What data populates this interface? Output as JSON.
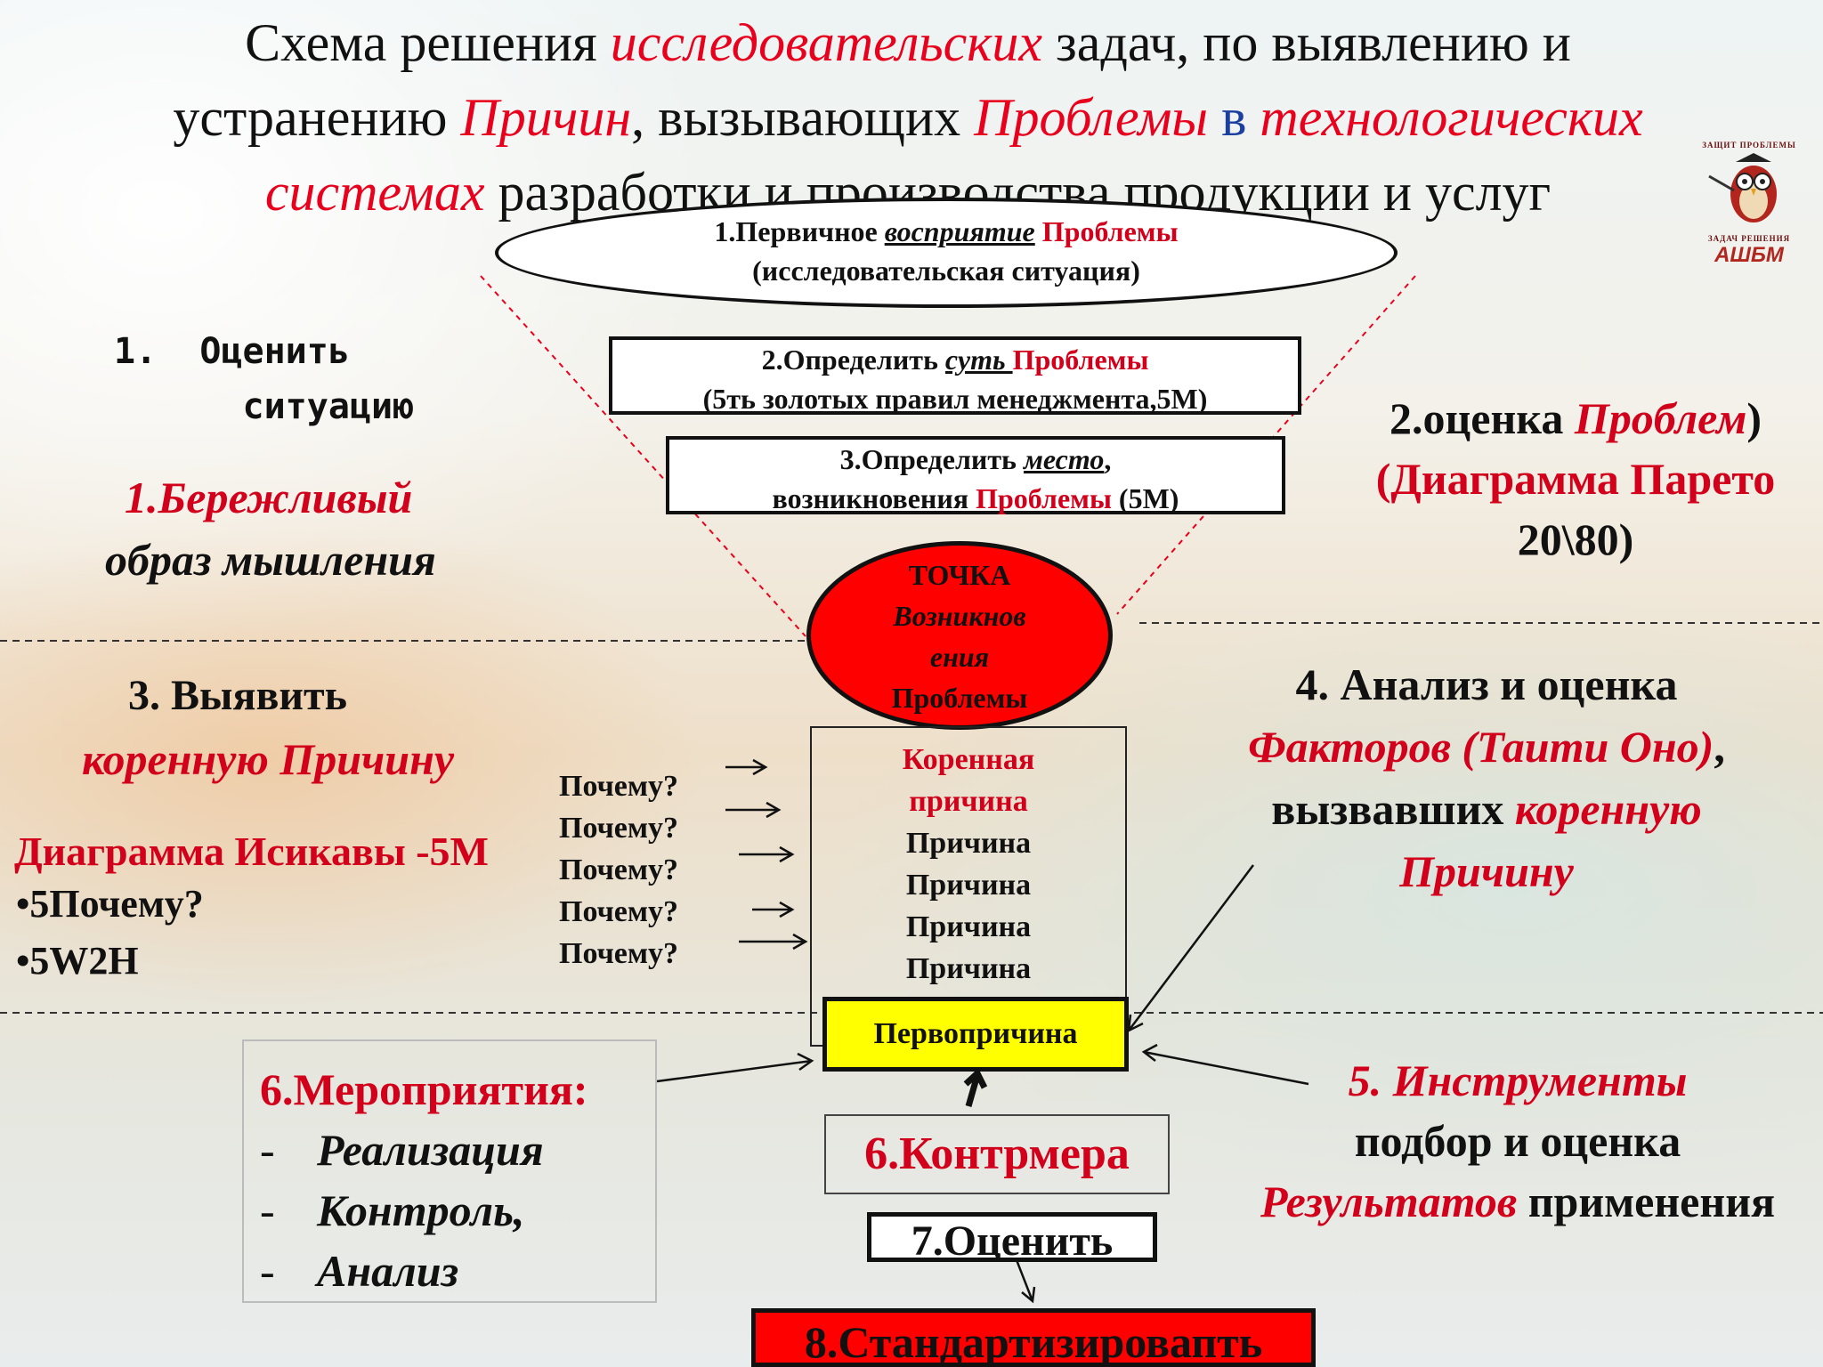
{
  "title": {
    "l1_a": "Схема решения ",
    "l1_b": "исследовательских",
    "l1_c": " задач, по выявлению и",
    "l2_a": "устранению ",
    "l2_b": "Причин",
    "l2_c": ", вызывающих ",
    "l2_d": "Проблемы",
    "l2_e": " в ",
    "l2_f": "технологических",
    "l3_a": "системах",
    "l3_b": " разработки и производства продукции и услуг"
  },
  "logo": {
    "top_text": "ЗАЩИТ ПРОБЛЕМЫ",
    "mid_text": "ЗАДАЧ РЕШЕНИЯ",
    "brand": "АШБМ"
  },
  "ellipse": {
    "a": "1.Первичное ",
    "b": "восприятие",
    "c": " Проблемы",
    "line2": "(исследовательская ситуация)"
  },
  "box2": {
    "a": "2.Определить ",
    "b": "суть ",
    "c": "Проблемы",
    "line2": "(5ть золотых правил менеджмента,5М)"
  },
  "box3": {
    "a": "3.Определить ",
    "b": "место",
    "c": ",",
    "line2_a": "возникновения ",
    "line2_b": "Проблемы",
    "line2_c": " (5М)"
  },
  "left1": {
    "heading": "1.  Оценить\n      ситуацию",
    "a": "1.Бережливый",
    "b": "образ мышления"
  },
  "right2": {
    "a": "2.оценка ",
    "b": "Проблем",
    "c": ")",
    "d": "(Диаграмма Парето",
    "e": "20\\80)"
  },
  "circle": {
    "a": "ТОЧКА",
    "b": "Возникнов",
    "c": "ения",
    "d": "Проблемы"
  },
  "left3": {
    "a": "3. Выявить",
    "b": "коренную Причину",
    "c": "Диаграмма Исикавы -5М",
    "d": "•5Почему?",
    "e": "•5W2H"
  },
  "whys": [
    "Почему?",
    "Почему?",
    "Почему?",
    "Почему?",
    "Почему?"
  ],
  "causes": {
    "root_a": "Коренная",
    "root_b": "причина",
    "items": [
      "Причина",
      "Причина",
      "Причина",
      "Причина"
    ]
  },
  "first_cause": "Первопричина",
  "right4": {
    "a": "4. Анализ и оценка",
    "b": "Факторов (Таити Оно)",
    "c": ",",
    "d": "вызвавших ",
    "e": "коренную",
    "f": "Причину"
  },
  "left6": {
    "heading": "6.Мероприятия:",
    "items": [
      "Реализация",
      "Контроль,",
      "Анализ"
    ],
    "dash": "-"
  },
  "counter": "6.Контрмера",
  "evaluate": "7.Оценить",
  "standard": "8.Стандартизировапть",
  "right5": {
    "a": "5. Инструменты",
    "b": "подбор и оценка",
    "c": "Результатов",
    "d": " применения"
  },
  "colors": {
    "accent": "#e8001c",
    "circle_fill": "#ff0000",
    "first_cause_fill": "#ffff00"
  }
}
